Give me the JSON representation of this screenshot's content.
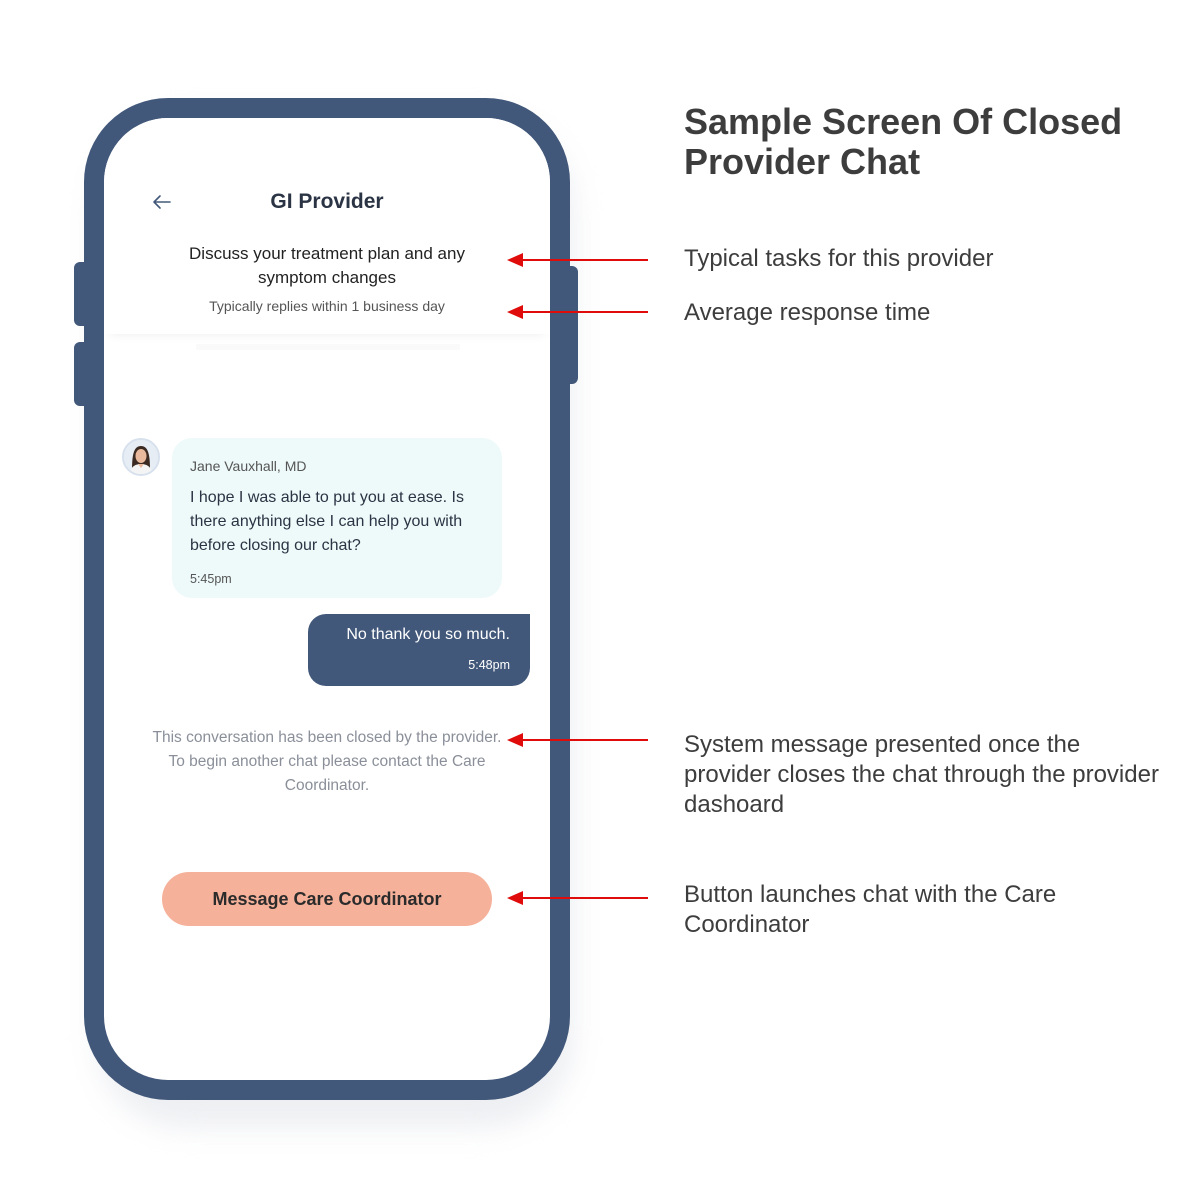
{
  "page_title": "Sample Screen Of Closed Provider Chat",
  "annotations": {
    "tasks": "Typical tasks for this provider",
    "response_time": "Average response time",
    "system_message": "System message presented once the provider closes the chat through the provider dashoard",
    "button": "Button launches chat with the Care Coordinator"
  },
  "chat": {
    "title": "GI Provider",
    "back_icon": "arrow-left-icon",
    "tasks": "Discuss your treatment plan and any symptom changes",
    "response_time": "Typically replies within 1 business day",
    "messages": [
      {
        "sender": "Jane Vauxhall, MD",
        "text": "I hope I was able to put you at ease. Is there anything else I can help you with before closing our chat?",
        "time": "5:45pm"
      },
      {
        "text": "No thank you so much.",
        "time": "5:48pm"
      }
    ],
    "system_message": "This conversation has been closed by the provider. To begin another chat please contact the Care Coordinator.",
    "cta_label": "Message Care Coordinator"
  },
  "colors": {
    "phone_frame": "#42587a",
    "incoming_bubble": "#eef9f9",
    "outgoing_bubble": "#42587a",
    "cta": "#f5b19a",
    "arrow": "#e00b0b"
  }
}
